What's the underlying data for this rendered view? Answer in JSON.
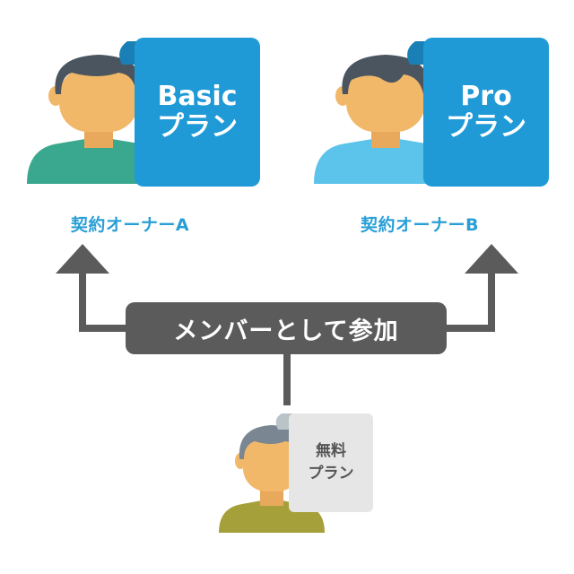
{
  "owners": [
    {
      "label": "契約オーナーA",
      "plan_name": "Basic",
      "plan_sub": "プラン",
      "card_color": "#1f9ad6",
      "shirt_color": "#3aa88e"
    },
    {
      "label": "契約オーナーB",
      "plan_name": "Pro",
      "plan_sub": "プラン",
      "card_color": "#1f9ad6",
      "shirt_color": "#5cc3ea"
    }
  ],
  "banner": {
    "label": "メンバーとして参加",
    "color": "#5b5b5b"
  },
  "member": {
    "plan_line1": "無料",
    "plan_line2": "プラン",
    "shirt_color": "#a6a03a"
  },
  "colors": {
    "skin": "#f2b86a",
    "hair": "#4a5560",
    "member_hair": "#7a8691",
    "arrow": "#5b5b5b",
    "label_text": "#2a9fd6"
  }
}
